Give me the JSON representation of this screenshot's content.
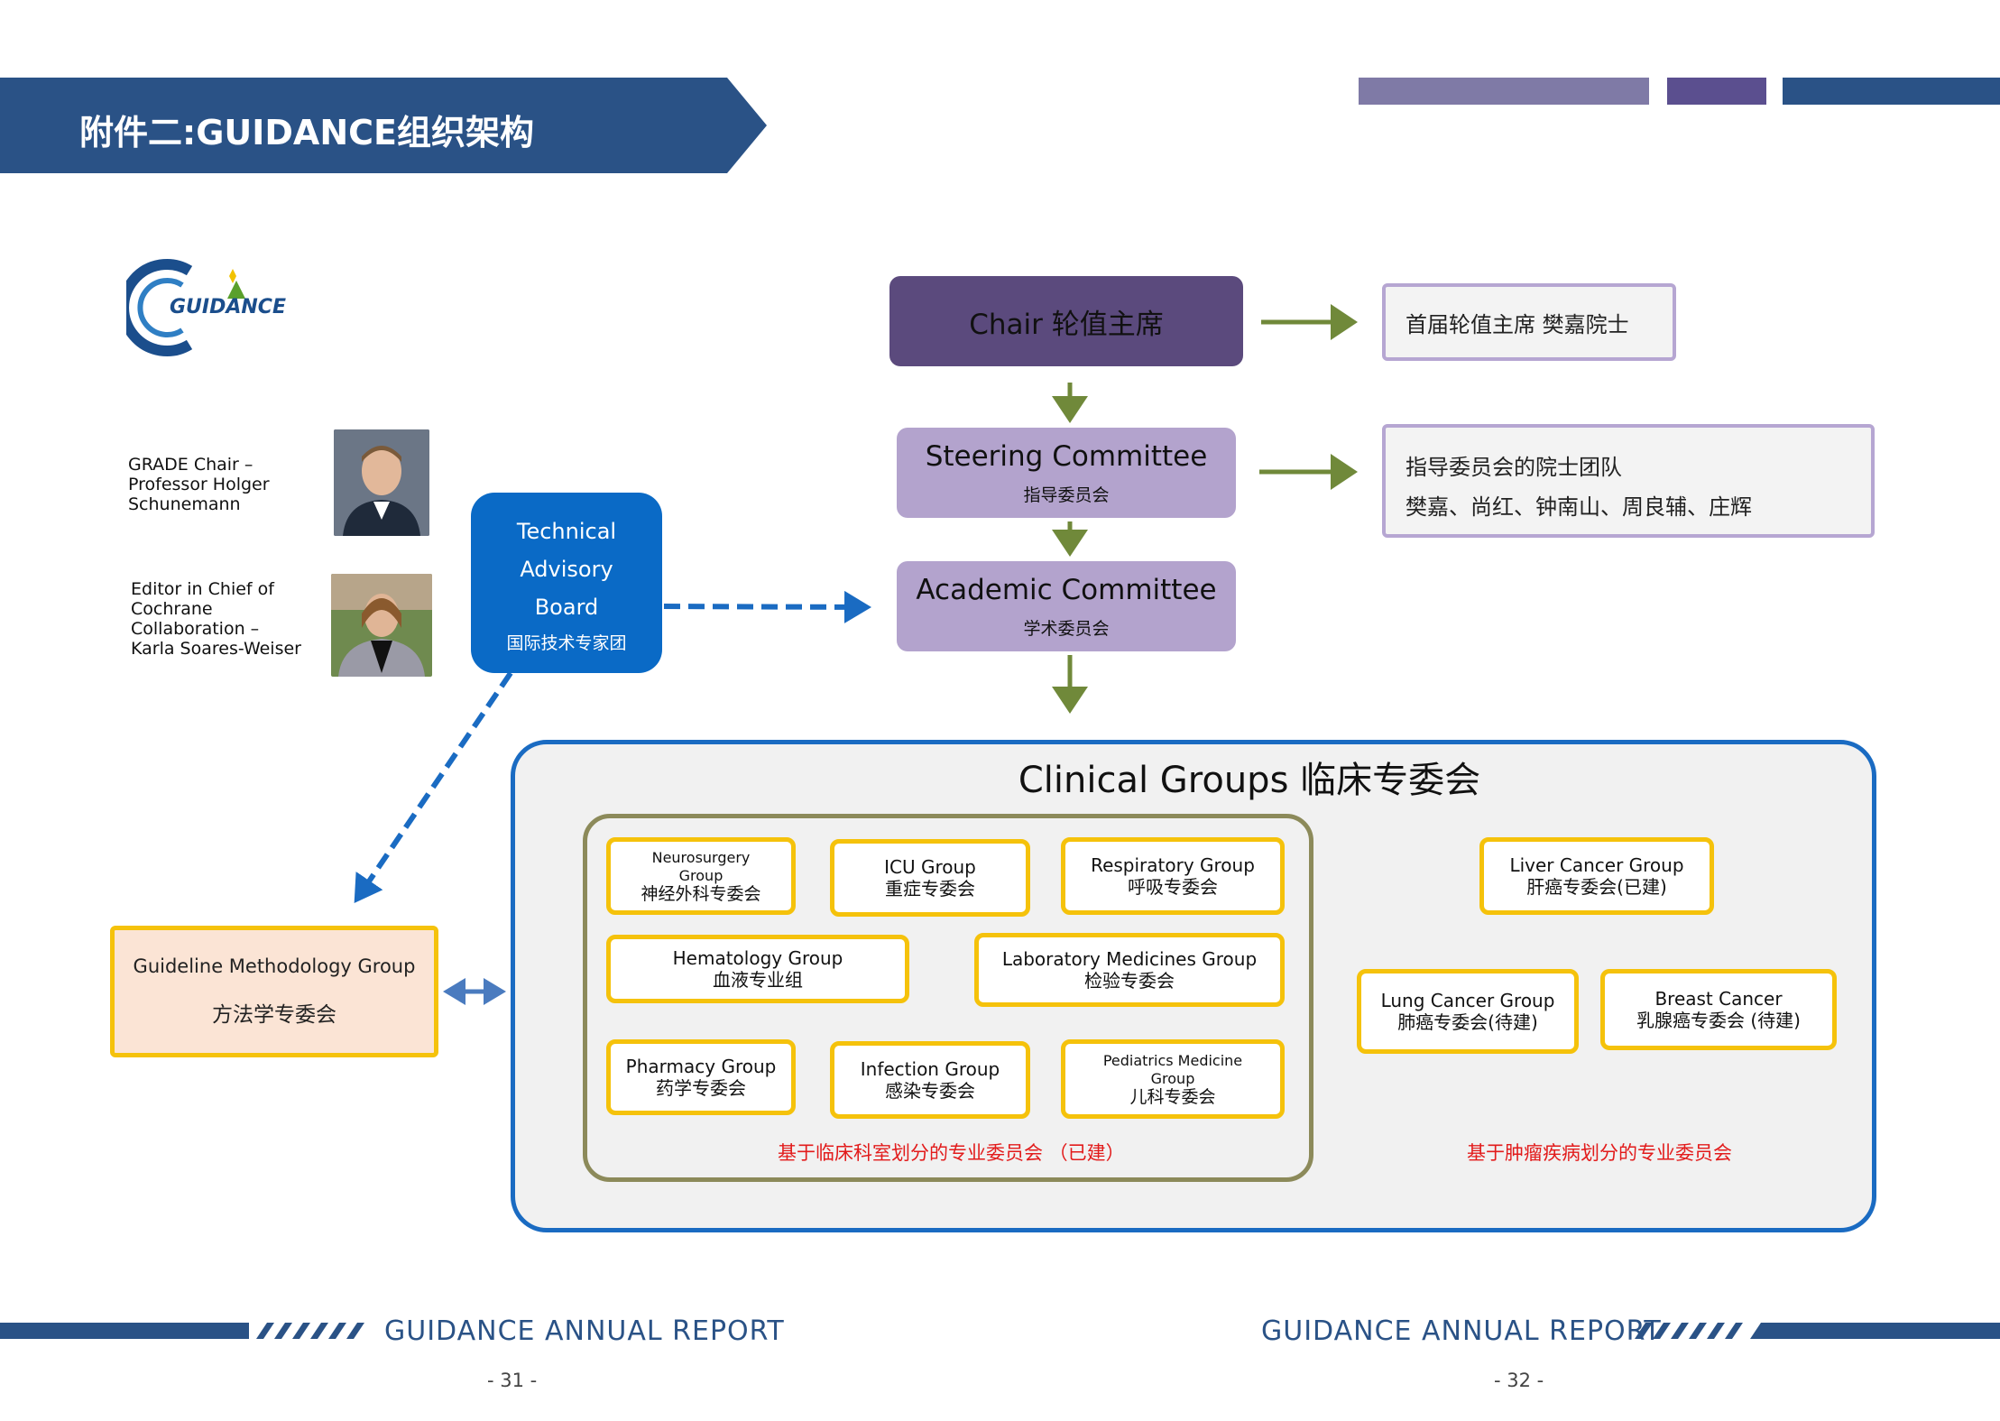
{
  "header": {
    "title": "附件二:GUIDANCE组织架构",
    "deco_colors": [
      "#7f7aa6",
      "#5b4f8f",
      "#2a5286"
    ]
  },
  "logo": {
    "text": "GUIDANCE",
    "icon": "guidance-logo-icon"
  },
  "people": [
    {
      "caption": [
        "GRADE Chair –",
        "Professor Holger",
        "Schunemann"
      ],
      "icon": "person-photo-icon"
    },
    {
      "caption": [
        "Editor in Chief of",
        "Cochrane",
        "Collaboration –",
        "Karla Soares-Weiser"
      ],
      "icon": "person-photo-icon"
    }
  ],
  "chair": {
    "label": "Chair 轮值主席",
    "note": "首届轮值主席 樊嘉院士"
  },
  "steering": {
    "en": "Steering Committee",
    "zh": "指导委员会",
    "note_line1": "指导委员会的院士团队",
    "note_line2": "樊嘉、尚红、钟南山、周良辅、庄辉"
  },
  "academic": {
    "en": "Academic Committee",
    "zh": "学术委员会"
  },
  "technical": {
    "line1": "Technical",
    "line2": "Advisory",
    "line3": "Board",
    "zh": "国际技术专家团"
  },
  "methodology": {
    "en": "Guideline Methodology Group",
    "zh": "方法学专委会"
  },
  "clinical": {
    "title": "Clinical Groups 临床专委会",
    "dept_groups": [
      {
        "en": "Neurosurgery Group",
        "zh": "神经外科专委会"
      },
      {
        "en": "ICU Group",
        "zh": "重症专委会"
      },
      {
        "en": "Respiratory Group",
        "zh": "呼吸专委会"
      },
      {
        "en": "Hematology Group",
        "zh": "血液专业组"
      },
      {
        "en": "Laboratory Medicines Group",
        "zh": "检验专委会"
      },
      {
        "en": "Pharmacy Group",
        "zh": "药学专委会"
      },
      {
        "en": "Infection Group",
        "zh": "感染专委会"
      },
      {
        "en": "Pediatrics Medicine Group",
        "zh": "儿科专委会"
      }
    ],
    "dept_caption": "基于临床科室划分的专业委员会 （已建）",
    "tumor_groups": [
      {
        "en": "Liver Cancer Group",
        "zh": "肝癌专委会(已建)"
      },
      {
        "en": "Lung Cancer Group",
        "zh": "肺癌专委会(待建)"
      },
      {
        "en": "Breast Cancer",
        "zh": "乳腺癌专委会 (待建)"
      }
    ],
    "tumor_caption": "基于肿瘤疾病划分的专业委员会"
  },
  "footer": {
    "left_text": "GUIDANCE ANNUAL REPORT",
    "right_text": "GUIDANCE ANNUAL REPORT",
    "left_page": "- 31 -",
    "right_page": "- 32 -"
  },
  "colors": {
    "primary": "#2a5286",
    "arrow_green": "#70893a",
    "tab_blue": "#0a6ac6",
    "group_yellow": "#f5c20b",
    "caption_red": "#e21b1b"
  }
}
